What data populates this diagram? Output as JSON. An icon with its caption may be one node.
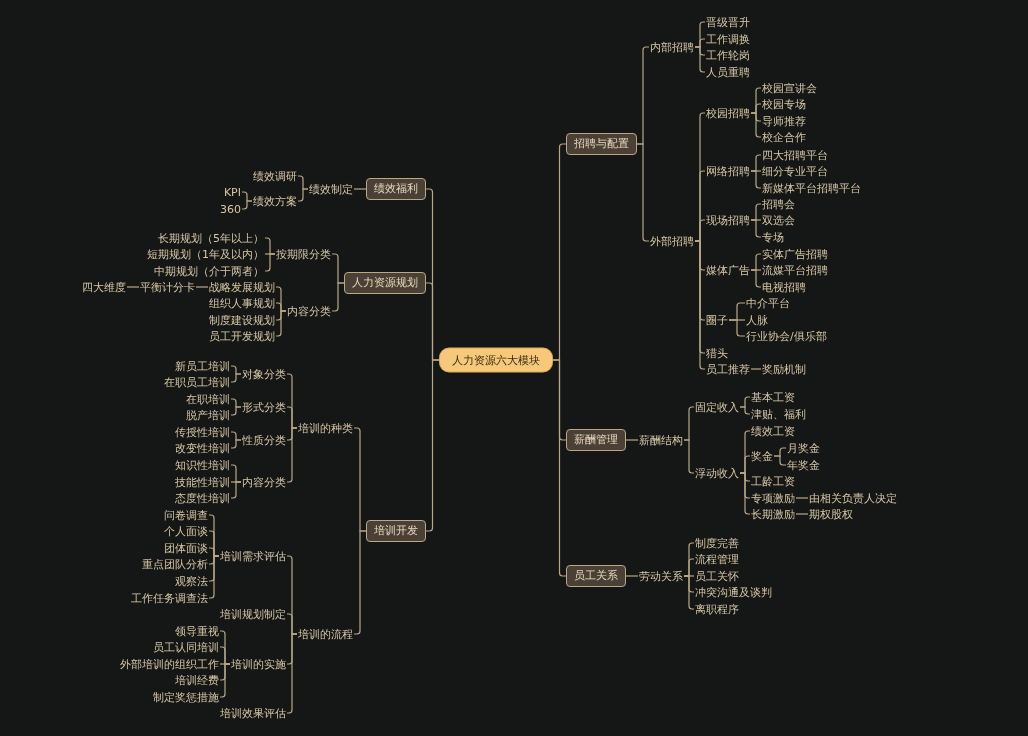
{
  "diagram": {
    "nodes": [
      {
        "text": [
          "人力资源六大模块"
        ]
      },
      {
        "text": [
          "招聘与配置"
        ]
      },
      {
        "text": [
          "内部招聘"
        ]
      },
      {
        "text": [
          "晋级晋升"
        ]
      },
      {
        "text": [
          "工作调换"
        ]
      },
      {
        "text": [
          "工作轮岗"
        ]
      },
      {
        "text": [
          "人员重聘"
        ]
      },
      {
        "text": [
          "外部招聘"
        ]
      },
      {
        "text": [
          "校园招聘"
        ]
      },
      {
        "text": [
          "校园宣讲会"
        ]
      },
      {
        "text": [
          "校园专场"
        ]
      },
      {
        "text": [
          "导师推荐"
        ]
      },
      {
        "text": [
          "校企合作"
        ]
      },
      {
        "text": [
          "网络招聘"
        ]
      },
      {
        "text": [
          "四大招聘平台"
        ]
      },
      {
        "text": [
          "细分专业平台"
        ]
      },
      {
        "text": [
          "新媒体平台招聘平台"
        ]
      },
      {
        "text": [
          "现场招聘"
        ]
      },
      {
        "text": [
          "招聘会"
        ]
      },
      {
        "text": [
          "双选会"
        ]
      },
      {
        "text": [
          "专场"
        ]
      },
      {
        "text": [
          "媒体广告"
        ]
      },
      {
        "text": [
          "实体广告招聘"
        ]
      },
      {
        "text": [
          "流媒平台招聘"
        ]
      },
      {
        "text": [
          "电视招聘"
        ]
      },
      {
        "text": [
          "圈子"
        ]
      },
      {
        "text": [
          "中介平台"
        ]
      },
      {
        "text": [
          "人脉"
        ]
      },
      {
        "text": [
          "行业协会/俱乐部"
        ]
      },
      {
        "text": [
          "猎头"
        ]
      },
      {
        "text": [
          "员工推荐"
        ]
      },
      {
        "text": [
          "奖励机制"
        ]
      },
      {
        "text": [
          "薪酬管理"
        ]
      },
      {
        "text": [
          "薪酬结构"
        ]
      },
      {
        "text": [
          "固定收入"
        ]
      },
      {
        "text": [
          "基本工资"
        ]
      },
      {
        "text": [
          "津贴、福利"
        ]
      },
      {
        "text": [
          "浮动收入"
        ]
      },
      {
        "text": [
          "绩效工资"
        ]
      },
      {
        "text": [
          "奖金"
        ]
      },
      {
        "text": [
          "月奖金"
        ]
      },
      {
        "text": [
          "年奖金"
        ]
      },
      {
        "text": [
          "工龄工资"
        ]
      },
      {
        "text": [
          "专项激励"
        ]
      },
      {
        "text": [
          "由相关负责人决定"
        ]
      },
      {
        "text": [
          "长期激励"
        ]
      },
      {
        "text": [
          "期权股权"
        ]
      },
      {
        "text": [
          "员工关系"
        ]
      },
      {
        "text": [
          "劳动关系"
        ]
      },
      {
        "text": [
          "制度完善"
        ]
      },
      {
        "text": [
          "流程管理"
        ]
      },
      {
        "text": [
          "员工关怀"
        ]
      },
      {
        "text": [
          "冲突沟通及谈判"
        ]
      },
      {
        "text": [
          "离职程序"
        ]
      },
      {
        "text": [
          "绩效福利"
        ]
      },
      {
        "text": [
          "绩效制定"
        ]
      },
      {
        "text": [
          "绩效调研"
        ]
      },
      {
        "text": [
          "绩效方案"
        ]
      },
      {
        "text": [
          "KPI"
        ]
      },
      {
        "text": [
          "360"
        ]
      },
      {
        "text": [
          "人力资源规划"
        ]
      },
      {
        "text": [
          "按期限分类"
        ]
      },
      {
        "text": [
          "长期规划（5年以上）"
        ]
      },
      {
        "text": [
          "短期规划（1年及以内）"
        ]
      },
      {
        "text": [
          "中期规划（介于两者）"
        ]
      },
      {
        "text": [
          "内容分类"
        ]
      },
      {
        "text": [
          "战略发展规划"
        ]
      },
      {
        "text": [
          "平衡计分卡"
        ]
      },
      {
        "text": [
          "四大维度"
        ]
      },
      {
        "text": [
          "组织人事规划"
        ]
      },
      {
        "text": [
          "制度建设规划"
        ]
      },
      {
        "text": [
          "员工开发规划"
        ]
      },
      {
        "text": [
          "培训开发"
        ]
      },
      {
        "text": [
          "培训的种类"
        ]
      },
      {
        "text": [
          "对象分类"
        ]
      },
      {
        "text": [
          "新员工培训"
        ]
      },
      {
        "text": [
          "在职员工培训"
        ]
      },
      {
        "text": [
          "形式分类"
        ]
      },
      {
        "text": [
          "在职培训"
        ]
      },
      {
        "text": [
          "脱产培训"
        ]
      },
      {
        "text": [
          "性质分类"
        ]
      },
      {
        "text": [
          "传授性培训"
        ]
      },
      {
        "text": [
          "改变性培训"
        ]
      },
      {
        "text": [
          "内容分类"
        ]
      },
      {
        "text": [
          "知识性培训"
        ]
      },
      {
        "text": [
          "技能性培训"
        ]
      },
      {
        "text": [
          "态度性培训"
        ]
      },
      {
        "text": [
          "培训的流程"
        ]
      },
      {
        "text": [
          "培训需求评估"
        ]
      },
      {
        "text": [
          "问卷调查"
        ]
      },
      {
        "text": [
          "个人面谈"
        ]
      },
      {
        "text": [
          "团体面谈"
        ]
      },
      {
        "text": [
          "重点团队分析"
        ]
      },
      {
        "text": [
          "观察法"
        ]
      },
      {
        "text": [
          "工作任务调查法"
        ]
      },
      {
        "text": [
          "培训规划制定"
        ]
      },
      {
        "text": [
          "培训的实施"
        ]
      },
      {
        "text": [
          "领导重视"
        ]
      },
      {
        "text": [
          "员工认同培训"
        ]
      },
      {
        "text": [
          "外部培训的组织工作"
        ]
      },
      {
        "text": [
          "培训经费"
        ]
      },
      {
        "text": [
          "制定奖惩措施"
        ]
      },
      {
        "text": [
          "培训效果评估"
        ]
      }
    ],
    "edges": [
      {
        "from": 0,
        "to": 1,
        "arrow": "none"
      },
      {
        "from": 1,
        "to": 2,
        "arrow": "none"
      },
      {
        "from": 2,
        "to": 3,
        "arrow": "none"
      },
      {
        "from": 2,
        "to": 4,
        "arrow": "none"
      },
      {
        "from": 2,
        "to": 5,
        "arrow": "none"
      },
      {
        "from": 2,
        "to": 6,
        "arrow": "none"
      },
      {
        "from": 1,
        "to": 7,
        "arrow": "none"
      },
      {
        "from": 7,
        "to": 8,
        "arrow": "none"
      },
      {
        "from": 8,
        "to": 9,
        "arrow": "none"
      },
      {
        "from": 8,
        "to": 10,
        "arrow": "none"
      },
      {
        "from": 8,
        "to": 11,
        "arrow": "none"
      },
      {
        "from": 8,
        "to": 12,
        "arrow": "none"
      },
      {
        "from": 7,
        "to": 13,
        "arrow": "none"
      },
      {
        "from": 13,
        "to": 14,
        "arrow": "none"
      },
      {
        "from": 13,
        "to": 15,
        "arrow": "none"
      },
      {
        "from": 13,
        "to": 16,
        "arrow": "none"
      },
      {
        "from": 7,
        "to": 17,
        "arrow": "none"
      },
      {
        "from": 17,
        "to": 18,
        "arrow": "none"
      },
      {
        "from": 17,
        "to": 19,
        "arrow": "none"
      },
      {
        "from": 17,
        "to": 20,
        "arrow": "none"
      },
      {
        "from": 7,
        "to": 21,
        "arrow": "none"
      },
      {
        "from": 21,
        "to": 22,
        "arrow": "none"
      },
      {
        "from": 21,
        "to": 23,
        "arrow": "none"
      },
      {
        "from": 21,
        "to": 24,
        "arrow": "none"
      },
      {
        "from": 7,
        "to": 25,
        "arrow": "none"
      },
      {
        "from": 25,
        "to": 26,
        "arrow": "none"
      },
      {
        "from": 25,
        "to": 27,
        "arrow": "none"
      },
      {
        "from": 25,
        "to": 28,
        "arrow": "none"
      },
      {
        "from": 7,
        "to": 29,
        "arrow": "none"
      },
      {
        "from": 7,
        "to": 30,
        "arrow": "none"
      },
      {
        "from": 30,
        "to": 31,
        "arrow": "none"
      },
      {
        "from": 0,
        "to": 32,
        "arrow": "none"
      },
      {
        "from": 32,
        "to": 33,
        "arrow": "none"
      },
      {
        "from": 33,
        "to": 34,
        "arrow": "none"
      },
      {
        "from": 34,
        "to": 35,
        "arrow": "none"
      },
      {
        "from": 34,
        "to": 36,
        "arrow": "none"
      },
      {
        "from": 33,
        "to": 37,
        "arrow": "none"
      },
      {
        "from": 37,
        "to": 38,
        "arrow": "none"
      },
      {
        "from": 37,
        "to": 39,
        "arrow": "none"
      },
      {
        "from": 39,
        "to": 40,
        "arrow": "none"
      },
      {
        "from": 39,
        "to": 41,
        "arrow": "none"
      },
      {
        "from": 37,
        "to": 42,
        "arrow": "none"
      },
      {
        "from": 37,
        "to": 43,
        "arrow": "none"
      },
      {
        "from": 43,
        "to": 44,
        "arrow": "none"
      },
      {
        "from": 37,
        "to": 45,
        "arrow": "none"
      },
      {
        "from": 45,
        "to": 46,
        "arrow": "none"
      },
      {
        "from": 0,
        "to": 47,
        "arrow": "none"
      },
      {
        "from": 47,
        "to": 48,
        "arrow": "none"
      },
      {
        "from": 48,
        "to": 49,
        "arrow": "none"
      },
      {
        "from": 48,
        "to": 50,
        "arrow": "none"
      },
      {
        "from": 48,
        "to": 51,
        "arrow": "none"
      },
      {
        "from": 48,
        "to": 52,
        "arrow": "none"
      },
      {
        "from": 48,
        "to": 53,
        "arrow": "none"
      },
      {
        "from": 0,
        "to": 54,
        "arrow": "none"
      },
      {
        "from": 54,
        "to": 55,
        "arrow": "none"
      },
      {
        "from": 55,
        "to": 56,
        "arrow": "none"
      },
      {
        "from": 55,
        "to": 57,
        "arrow": "none"
      },
      {
        "from": 57,
        "to": 58,
        "arrow": "none"
      },
      {
        "from": 57,
        "to": 59,
        "arrow": "none"
      },
      {
        "from": 0,
        "to": 60,
        "arrow": "none"
      },
      {
        "from": 60,
        "to": 61,
        "arrow": "none"
      },
      {
        "from": 61,
        "to": 62,
        "arrow": "none"
      },
      {
        "from": 61,
        "to": 63,
        "arrow": "none"
      },
      {
        "from": 61,
        "to": 64,
        "arrow": "none"
      },
      {
        "from": 60,
        "to": 65,
        "arrow": "none"
      },
      {
        "from": 65,
        "to": 66,
        "arrow": "none"
      },
      {
        "from": 66,
        "to": 67,
        "arrow": "none"
      },
      {
        "from": 67,
        "to": 68,
        "arrow": "none"
      },
      {
        "from": 65,
        "to": 69,
        "arrow": "none"
      },
      {
        "from": 65,
        "to": 70,
        "arrow": "none"
      },
      {
        "from": 65,
        "to": 71,
        "arrow": "none"
      },
      {
        "from": 0,
        "to": 72,
        "arrow": "none"
      },
      {
        "from": 72,
        "to": 73,
        "arrow": "none"
      },
      {
        "from": 73,
        "to": 74,
        "arrow": "none"
      },
      {
        "from": 74,
        "to": 75,
        "arrow": "none"
      },
      {
        "from": 74,
        "to": 76,
        "arrow": "none"
      },
      {
        "from": 73,
        "to": 77,
        "arrow": "none"
      },
      {
        "from": 77,
        "to": 78,
        "arrow": "none"
      },
      {
        "from": 77,
        "to": 79,
        "arrow": "none"
      },
      {
        "from": 73,
        "to": 80,
        "arrow": "none"
      },
      {
        "from": 80,
        "to": 81,
        "arrow": "none"
      },
      {
        "from": 80,
        "to": 82,
        "arrow": "none"
      },
      {
        "from": 73,
        "to": 83,
        "arrow": "none"
      },
      {
        "from": 83,
        "to": 84,
        "arrow": "none"
      },
      {
        "from": 83,
        "to": 85,
        "arrow": "none"
      },
      {
        "from": 83,
        "to": 86,
        "arrow": "none"
      },
      {
        "from": 72,
        "to": 87,
        "arrow": "none"
      },
      {
        "from": 87,
        "to": 88,
        "arrow": "none"
      },
      {
        "from": 88,
        "to": 89,
        "arrow": "none"
      },
      {
        "from": 88,
        "to": 90,
        "arrow": "none"
      },
      {
        "from": 88,
        "to": 91,
        "arrow": "none"
      },
      {
        "from": 88,
        "to": 92,
        "arrow": "none"
      },
      {
        "from": 88,
        "to": 93,
        "arrow": "none"
      },
      {
        "from": 88,
        "to": 94,
        "arrow": "none"
      },
      {
        "from": 87,
        "to": 95,
        "arrow": "none"
      },
      {
        "from": 87,
        "to": 96,
        "arrow": "none"
      },
      {
        "from": 96,
        "to": 97,
        "arrow": "none"
      },
      {
        "from": 96,
        "to": 98,
        "arrow": "none"
      },
      {
        "from": 96,
        "to": 99,
        "arrow": "none"
      },
      {
        "from": 96,
        "to": 100,
        "arrow": "none"
      },
      {
        "from": 96,
        "to": 101,
        "arrow": "none"
      },
      {
        "from": 87,
        "to": 102,
        "arrow": "none"
      }
    ]
  }
}
